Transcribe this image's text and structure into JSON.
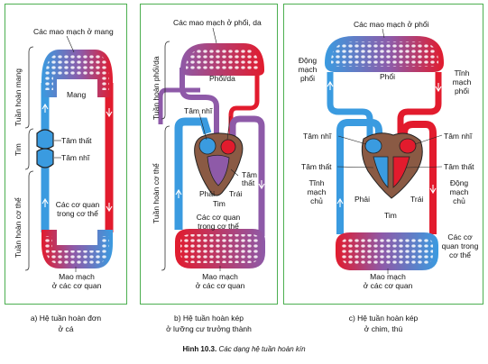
{
  "figure": {
    "number": "Hình 10.3.",
    "title": "Các dạng hệ tuần hoàn kín"
  },
  "panels": [
    {
      "caption_line1": "a) Hệ tuần hoàn đơn",
      "caption_line2": "ở cá",
      "labels": {
        "gill_capillaries": "Các mao mạch ở mang",
        "gill": "Mang",
        "ventricle": "Tâm thất",
        "atrium": "Tâm nhĩ",
        "organs_1": "Các cơ quan",
        "organs_2": "trong cơ thể",
        "organ_cap_1": "Mao mạch",
        "organ_cap_2": "ở các cơ quan"
      },
      "side_labels": {
        "gill_circuit": "Tuần hoàn mang",
        "heart": "Tim",
        "body_circuit": "Tuần hoàn cơ thể"
      }
    },
    {
      "caption_line1": "b) Hệ tuần hoàn kép",
      "caption_line2": "ở lưỡng cư trưởng thành",
      "labels": {
        "lung_capillaries": "Các mao mạch ở phổi, da",
        "lung": "Phổi/da",
        "atrium": "Tâm nhĩ",
        "ventricle_1": "Tâm",
        "ventricle_2": "thất",
        "right": "Phải",
        "left": "Trái",
        "heart": "Tim",
        "organs_1": "Các cơ quan",
        "organs_2": "trong cơ thể",
        "organ_cap_1": "Mao mạch",
        "organ_cap_2": "ở các cơ quan"
      },
      "side_labels": {
        "lung_circuit": "Tuần hoàn phổi/da",
        "body_circuit": "Tuần hoàn cơ thể"
      }
    },
    {
      "caption_line1": "c) Hệ tuần hoàn kép",
      "caption_line2": "ở chim, thú",
      "labels": {
        "lung_capillaries": "Các mao mạch ở phổi",
        "pulm_artery_1": "Động",
        "pulm_artery_2": "mạch",
        "pulm_artery_3": "phổi",
        "lung": "Phổi",
        "pulm_vein_1": "Tĩnh",
        "pulm_vein_2": "mạch",
        "pulm_vein_3": "phổi",
        "atrium_left": "Tâm nhĩ",
        "atrium_right": "Tâm nhĩ",
        "ventricle_left": "Tâm thất",
        "ventricle_right": "Tâm thất",
        "vena_1": "Tĩnh",
        "vena_2": "mạch",
        "vena_3": "chủ",
        "aorta_1": "Động",
        "aorta_2": "mạch",
        "aorta_3": "chủ",
        "right": "Phải",
        "left": "Trái",
        "heart": "Tim",
        "organs_1": "Các cơ",
        "organs_2": "quan trong",
        "organs_3": "cơ thể",
        "organ_cap_1": "Mao mạch",
        "organ_cap_2": "ở các cơ quan"
      }
    }
  ],
  "colors": {
    "frame": "#4caf50",
    "oxygen_poor": "#3a9be0",
    "oxygen_rich": "#e21b2d",
    "mixed": "#8e5aa8",
    "heart_muscle": "#8a5a44"
  }
}
